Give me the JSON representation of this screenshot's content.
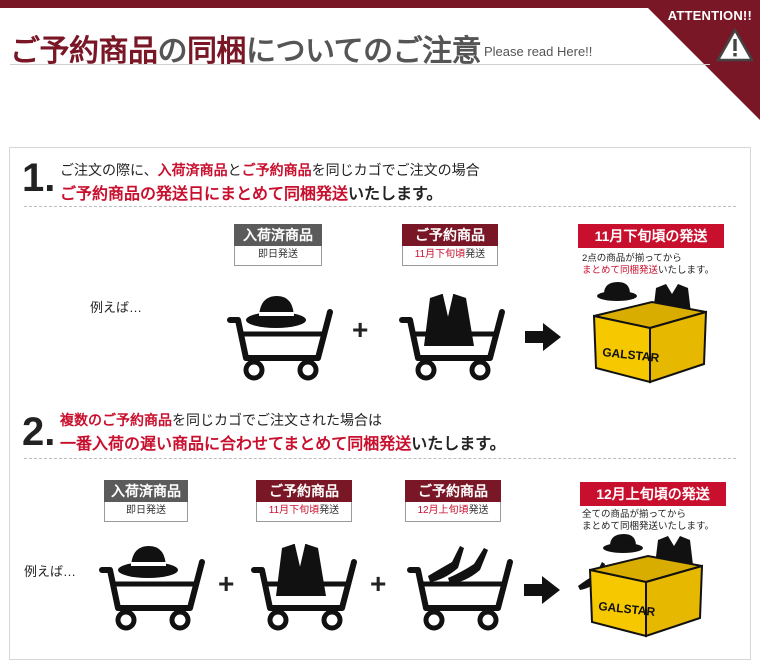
{
  "header": {
    "title_red": "ご予約商品",
    "title_mid": "の",
    "title_red2": "同梱",
    "title_rest": "についてのご注意",
    "subtitle": "Please read Here!!",
    "badge": "ATTENTION!!",
    "warning_icon": "warning-triangle-icon"
  },
  "section1": {
    "number": "1",
    "line1_a": "ご注文の際に、",
    "line1_b": "入荷済商品",
    "line1_c": "と",
    "line1_d": "ご予約商品",
    "line1_e": "を同じカゴでご注文の場合",
    "line2_a": "ご予約商品の発送日にまとめて同梱発送",
    "line2_b": "いたします。",
    "example": "例えば…",
    "item1_label": "入荷済商品",
    "item1_sub": "即日発送",
    "item2_label": "ご予約商品",
    "item2_sub_a": "11月下旬頃",
    "item2_sub_b": "発送",
    "result_label": "11月下旬頃の発送",
    "result_note_a": "2点の商品が揃ってから",
    "result_note_b": "まとめて同梱発送",
    "result_note_c": "いたします。",
    "box_brand": "GALSTAR"
  },
  "section2": {
    "number": "2",
    "line1_a": "複数のご予約商品",
    "line1_b": "を同じカゴでご注文された場合は",
    "line2_a": "一番入荷の遅い商品に合わせてまとめて同梱発送",
    "line2_b": "いたします。",
    "example": "例えば…",
    "item1_label": "入荷済商品",
    "item1_sub": "即日発送",
    "item2_label": "ご予約商品",
    "item2_sub_a": "11月下旬頃",
    "item2_sub_b": "発送",
    "item3_label": "ご予約商品",
    "item3_sub_a": "12月上旬頃",
    "item3_sub_b": "発送",
    "result_label": "12月上旬頃の発送",
    "result_note_a": "全ての商品が揃ってから",
    "result_note_b": "まとめて同梱発送いたします。",
    "box_brand": "GALSTAR"
  },
  "colors": {
    "accent": "#c8102e",
    "maroon": "#7a1726",
    "gray_label": "#5b5b5b",
    "box_yellow": "#f5c800"
  }
}
